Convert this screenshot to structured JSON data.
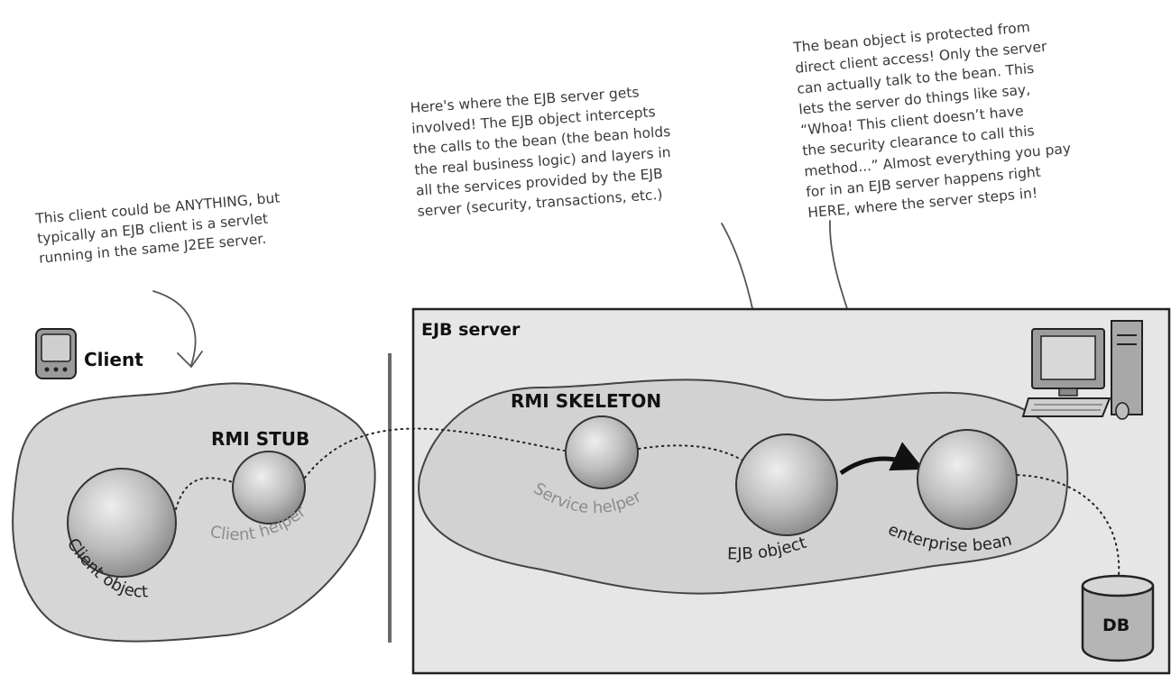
{
  "notes": {
    "client_note": [
      "This client could be ANYTHING, but",
      "typically an EJB client is a servlet",
      "running in the same J2EE server."
    ],
    "ejb_server_note": [
      "Here's where the EJB server gets",
      "involved! The EJB object intercepts",
      "the calls to the bean (the bean holds",
      "the real business logic) and layers in",
      "all the services provided by the EJB",
      "server (security, transactions, etc.)"
    ],
    "bean_note": [
      "The bean object is protected from",
      "direct client access! Only the server",
      "can actually talk to the bean. This",
      "lets the server do things like say,",
      "“Whoa! This client doesn’t have",
      "the security clearance to call this",
      "method...” Almost everything you pay",
      "for in an EJB server happens right",
      "HERE, where the server steps in!"
    ]
  },
  "labels": {
    "client": "Client",
    "ejb_server": "EJB server",
    "rmi_stub": "RMI STUB",
    "rmi_skeleton": "RMI SKELETON",
    "client_object": "Client object",
    "client_helper": "Client helper",
    "service_helper": "Service helper",
    "ejb_object": "EJB object",
    "enterprise_bean": "enterprise bean",
    "db": "DB"
  },
  "colors": {
    "cloud_fill": "#dcdcdc",
    "server_box_fill": "#e6e6e6",
    "outline": "#333333",
    "helper_text": "#8c8c8c"
  },
  "icons": {
    "client_device": "handheld-device-icon",
    "server_computer": "desktop-computer-icon",
    "database": "database-cylinder-icon"
  }
}
